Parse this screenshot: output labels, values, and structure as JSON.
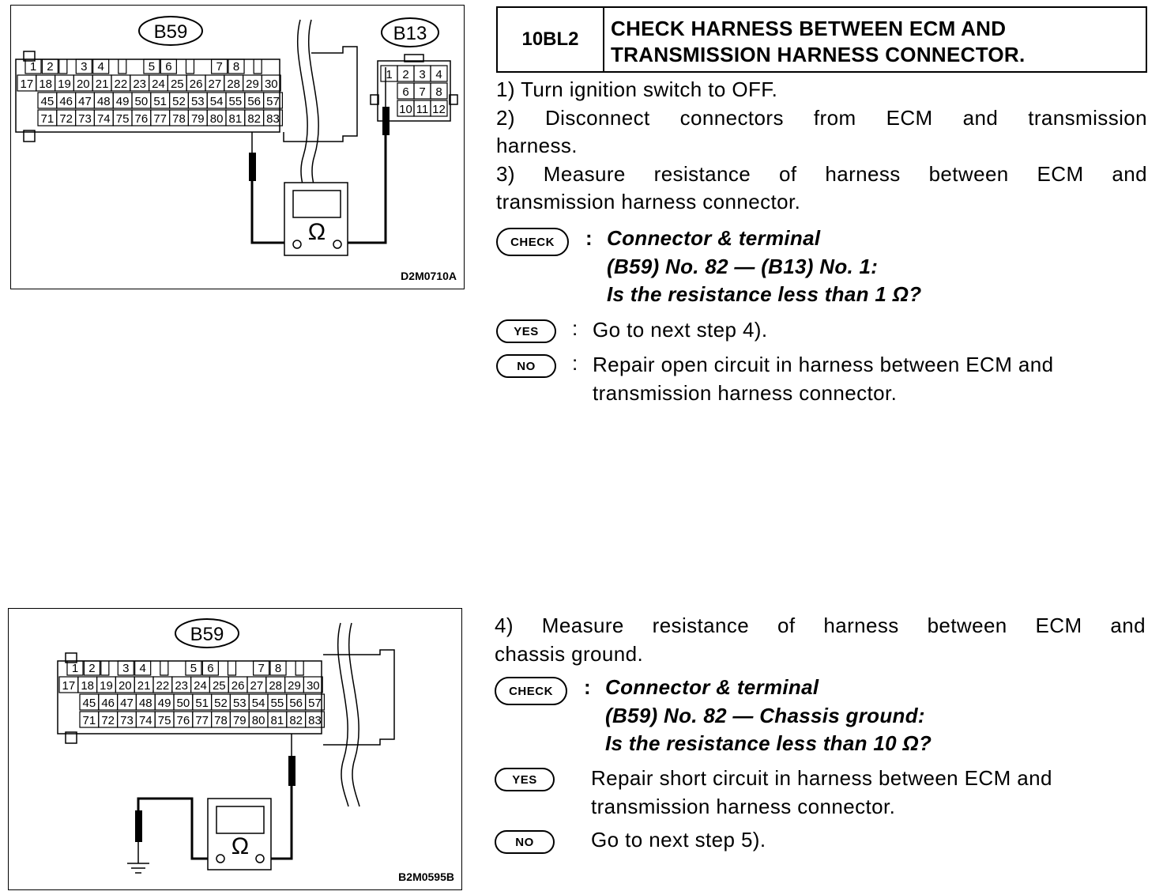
{
  "figure1": {
    "connector_a_label": "B59",
    "connector_b_label": "B13",
    "meter_symbol": "Ω",
    "figure_code": "D2M0710A",
    "pins_top": [
      "1",
      "2",
      "3",
      "4",
      "5",
      "6",
      "7",
      "8"
    ],
    "pins_r1": [
      "17",
      "18",
      "19",
      "20",
      "21",
      "22",
      "23",
      "24",
      "25",
      "26",
      "27",
      "28",
      "29",
      "30"
    ],
    "pins_r2": [
      "45",
      "46",
      "47",
      "48",
      "49",
      "50",
      "51",
      "52",
      "53",
      "54",
      "55",
      "56",
      "57"
    ],
    "pins_r3": [
      "71",
      "72",
      "73",
      "74",
      "75",
      "76",
      "77",
      "78",
      "79",
      "80",
      "81",
      "82",
      "83"
    ],
    "b13_pins": [
      "1",
      "2",
      "3",
      "4",
      "6",
      "7",
      "8",
      "10",
      "11",
      "12"
    ]
  },
  "figure2": {
    "connector_label": "B59",
    "meter_symbol": "Ω",
    "figure_code": "B2M0595B"
  },
  "step": {
    "number": "10BL2",
    "title_line1": "CHECK HARNESS BETWEEN ECM AND",
    "title_line2": "TRANSMISSION HARNESS CONNECTOR."
  },
  "instructions": {
    "i1": "1) Turn ignition switch to OFF.",
    "i2a": "2) Disconnect connectors from ECM and transmission",
    "i2b": "harness.",
    "i3a": "3) Measure resistance of harness between ECM and",
    "i3b": "transmission harness connector."
  },
  "check1": {
    "badge": "CHECK",
    "line1": "Connector & terminal",
    "line2": "(B59) No. 82 — (B13) No. 1:",
    "line3": "Is the resistance less than 1 Ω?"
  },
  "yes1": {
    "badge": "YES",
    "text": "Go to next step 4)."
  },
  "no1": {
    "badge": "NO",
    "line1": "Repair open circuit in harness between ECM and",
    "line2": "transmission harness connector."
  },
  "instructions2": {
    "i4a": "4) Measure resistance of harness between ECM and",
    "i4b": "chassis ground."
  },
  "check2": {
    "badge": "CHECK",
    "line1": "Connector & terminal",
    "line2": "(B59) No. 82 — Chassis ground:",
    "line3": "Is the resistance less than 10 Ω?"
  },
  "yes2": {
    "badge": "YES",
    "line1": "Repair short circuit in harness between ECM and",
    "line2": "transmission harness connector."
  },
  "no2": {
    "badge": "NO",
    "text": "Go to next step 5)."
  }
}
